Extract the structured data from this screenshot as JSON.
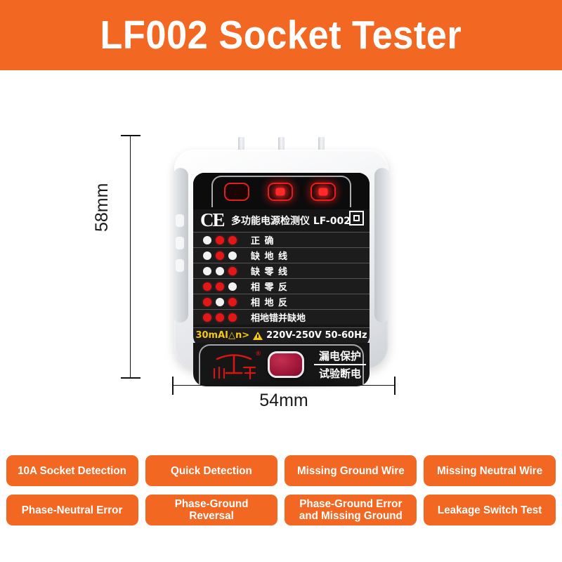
{
  "header": {
    "title": "LF002 Socket Tester",
    "background_color": "#F26722",
    "text_color": "#FFFFFF"
  },
  "dimensions": {
    "height_label": "58mm",
    "width_label": "54mm"
  },
  "device": {
    "ce_mark": "CE",
    "model_text": "多功能电源检测仪 LF-002",
    "class2_symbol": "double-insulation",
    "leds": [
      {
        "name": "led-1",
        "lit": false
      },
      {
        "name": "led-2",
        "lit": true
      },
      {
        "name": "led-3",
        "lit": true
      }
    ],
    "indicator_rows": [
      {
        "label": "正    确",
        "dots": [
          "white",
          "red",
          "red"
        ]
      },
      {
        "label": "缺 地 线",
        "dots": [
          "white",
          "red",
          "white"
        ]
      },
      {
        "label": "缺 零 线",
        "dots": [
          "white",
          "white",
          "red"
        ]
      },
      {
        "label": "相 零 反",
        "dots": [
          "red",
          "red",
          "white"
        ]
      },
      {
        "label": "相 地 反",
        "dots": [
          "red",
          "white",
          "red"
        ]
      },
      {
        "label": "相地错并缺地",
        "dots": [
          "red",
          "red",
          "red"
        ]
      }
    ],
    "spec": {
      "leakage_rating": "30mAI△n>",
      "warning_icon": "warning-triangle-icon",
      "voltage_range": "220V-250V 50-60Hz",
      "rating_color": "#F5C518"
    },
    "brand_logo": {
      "text": "川  宇",
      "registered_mark": "®",
      "color": "#D61515"
    },
    "test_button": {
      "name": "leakage-test-button",
      "color": "#A4183C"
    },
    "button_label": {
      "line1": "漏电保护",
      "line2": "试验断电"
    }
  },
  "badges": {
    "row1": [
      "10A Socket Detection",
      "Quick Detection",
      "Missing Ground Wire",
      "Missing Neutral Wire"
    ],
    "row2": [
      "Phase-Neutral Error",
      "Phase-Ground\nReversal",
      "Phase-Ground Error\nand Missing Ground",
      "Leakage Switch Test"
    ],
    "background_color": "#F26722"
  }
}
